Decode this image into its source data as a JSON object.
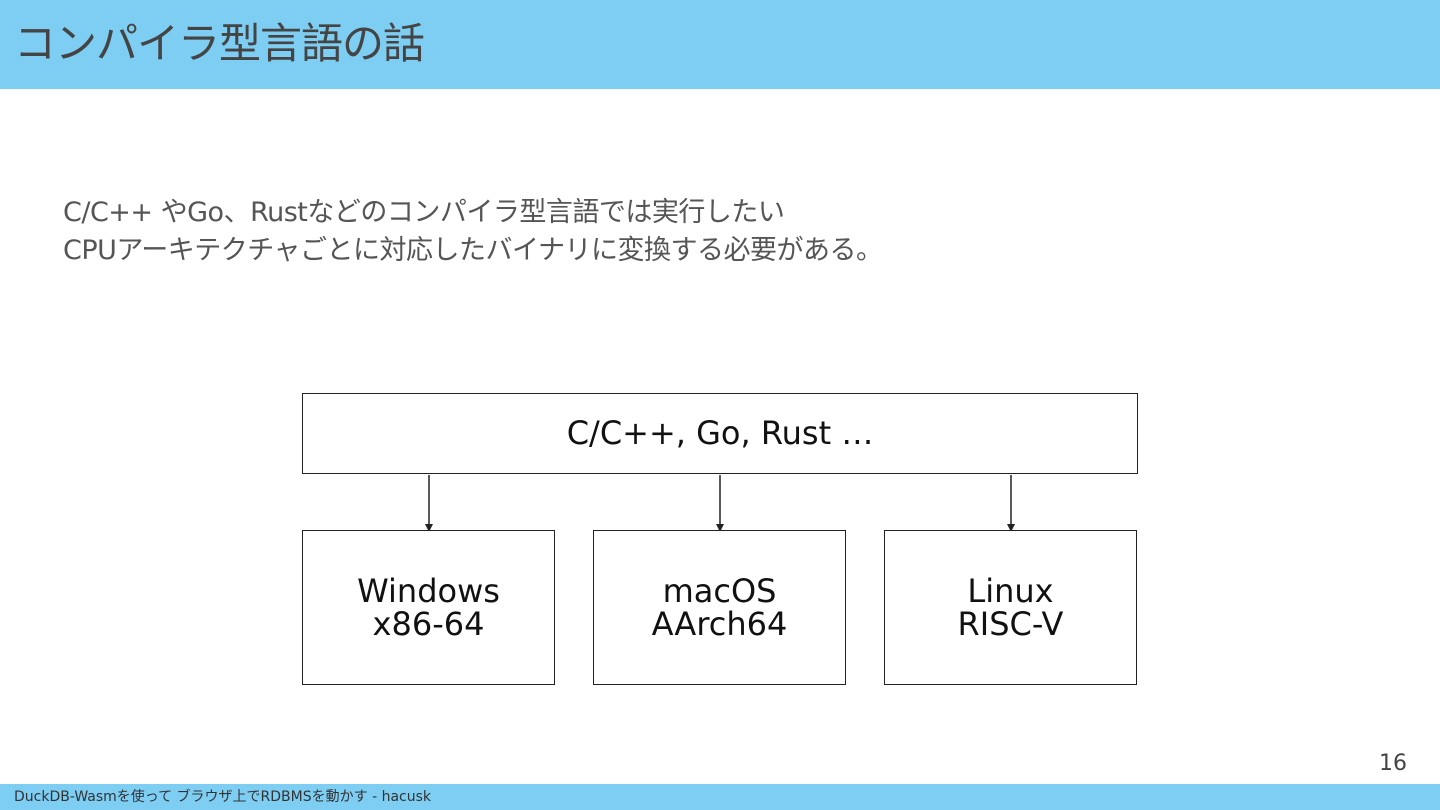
{
  "slide": {
    "title": "コンパイラ型言語の話",
    "body_lines": [
      "C/C++ やGo、Rustなどのコンパイラ型言語では実行したい",
      "CPUアーキテクチャごとに対応したバイナリに変換する必要がある。"
    ],
    "page_number": "16",
    "footer": "DuckDB-Wasmを使って ブラウザ上でRDBMSを動かす - hacusk"
  },
  "diagram": {
    "source": "C/C++, Go, Rust …",
    "targets": [
      {
        "os": "Windows",
        "arch": "x86-64"
      },
      {
        "os": "macOS",
        "arch": "AArch64"
      },
      {
        "os": "Linux",
        "arch": "RISC-V"
      }
    ]
  },
  "colors": {
    "header_bar": "#7ecdf3",
    "footer_bar": "#7ecdf3",
    "box_border": "#222222"
  }
}
